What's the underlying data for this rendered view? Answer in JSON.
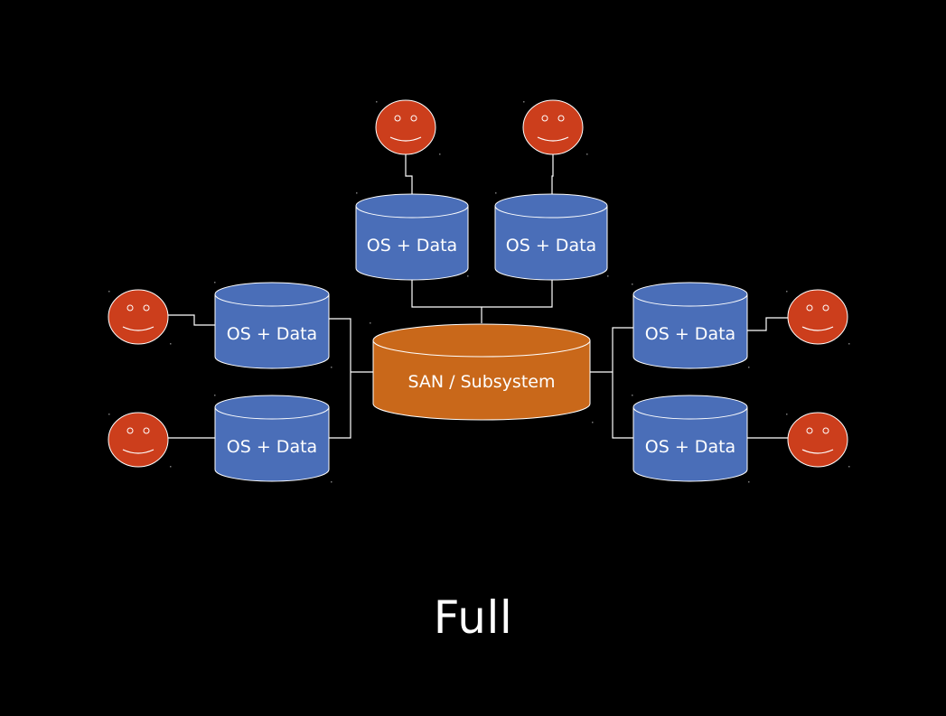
{
  "slide": {
    "caption": "Full",
    "background": "#000000"
  },
  "colors": {
    "disk_fill": "#4a6eb8",
    "disk_stroke": "#ffffff",
    "san_fill": "#c9681a",
    "face_fill": "#cc3e1c",
    "line": "#ffffff",
    "text": "#ffffff"
  },
  "san": {
    "label": "SAN / Subsystem"
  },
  "disks": [
    {
      "id": "top-left",
      "label": "OS + Data"
    },
    {
      "id": "top-right",
      "label": "OS + Data"
    },
    {
      "id": "left-upper",
      "label": "OS + Data"
    },
    {
      "id": "left-lower",
      "label": "OS + Data"
    },
    {
      "id": "right-upper",
      "label": "OS + Data"
    },
    {
      "id": "right-lower",
      "label": "OS + Data"
    }
  ],
  "users": [
    {
      "id": "top-left",
      "icon": "smiley-face-icon"
    },
    {
      "id": "top-right",
      "icon": "smiley-face-icon"
    },
    {
      "id": "left-upper",
      "icon": "smiley-face-icon"
    },
    {
      "id": "left-lower",
      "icon": "smiley-face-icon"
    },
    {
      "id": "right-upper",
      "icon": "smiley-face-icon"
    },
    {
      "id": "right-lower",
      "icon": "smiley-face-icon"
    }
  ]
}
